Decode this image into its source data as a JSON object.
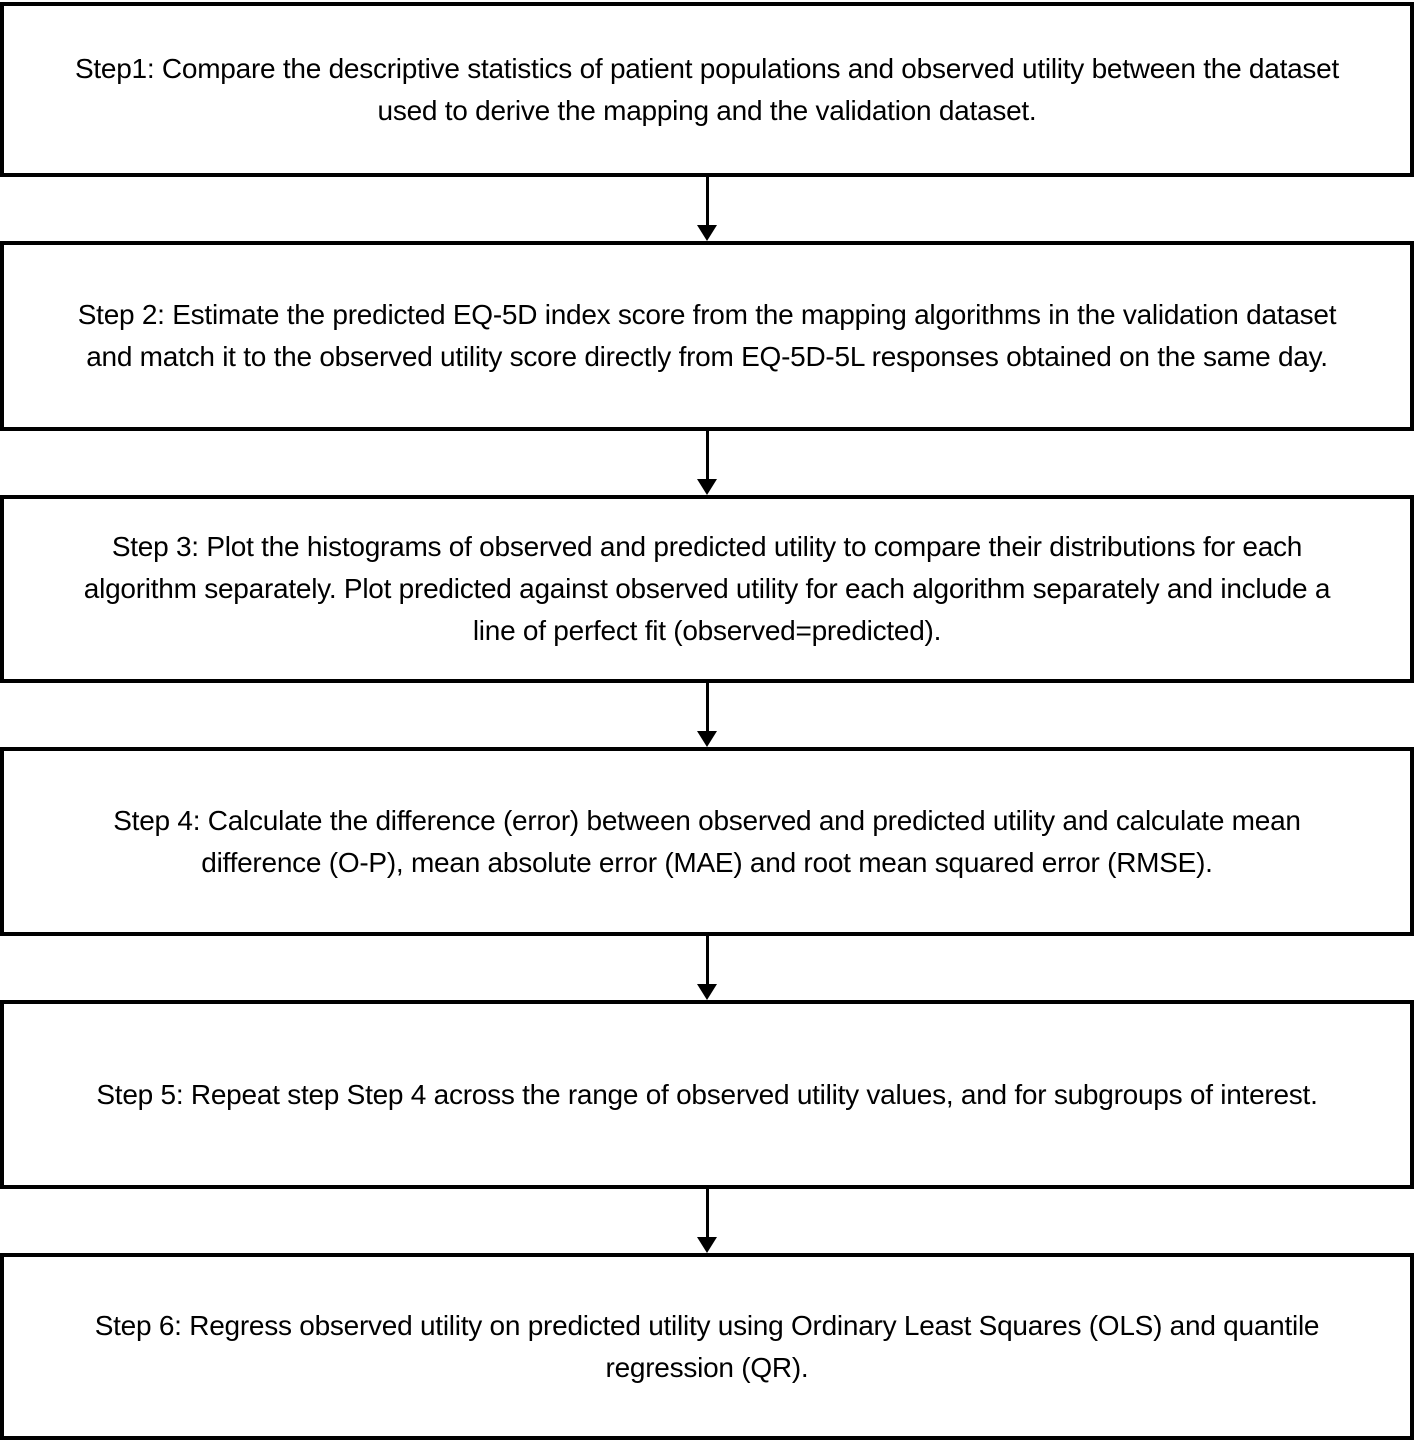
{
  "colors": {
    "background": "#ffffff",
    "border": "#000000",
    "text": "#000000",
    "arrow": "#000000"
  },
  "flowchart": {
    "steps": [
      {
        "id": 1,
        "lines": [
          "Step1: Compare the descriptive statistics of patient populations and observed utility between the dataset",
          "used to derive the mapping and the validation dataset."
        ]
      },
      {
        "id": 2,
        "lines": [
          "Step 2: Estimate the predicted EQ-5D index score from the mapping algorithms in the validation dataset",
          "and match it to the observed utility score directly from EQ-5D-5L responses obtained on the same day."
        ]
      },
      {
        "id": 3,
        "lines": [
          "Step 3: Plot the histograms of observed and predicted utility to compare their distributions for each",
          "algorithm separately. Plot predicted against observed utility for each algorithm separately and include a",
          "line of perfect fit (observed=predicted)."
        ]
      },
      {
        "id": 4,
        "lines": [
          "Step 4: Calculate the difference (error) between observed and predicted utility and calculate mean",
          "difference (O-P), mean absolute error (MAE) and root mean squared error (RMSE)."
        ]
      },
      {
        "id": 5,
        "lines": [
          "Step 5: Repeat step Step 4 across the range of observed utility values, and for subgroups of interest."
        ]
      },
      {
        "id": 6,
        "lines": [
          "Step 6: Regress observed utility on predicted utility using Ordinary Least Squares (OLS) and quantile",
          "regression (QR)."
        ]
      }
    ]
  }
}
